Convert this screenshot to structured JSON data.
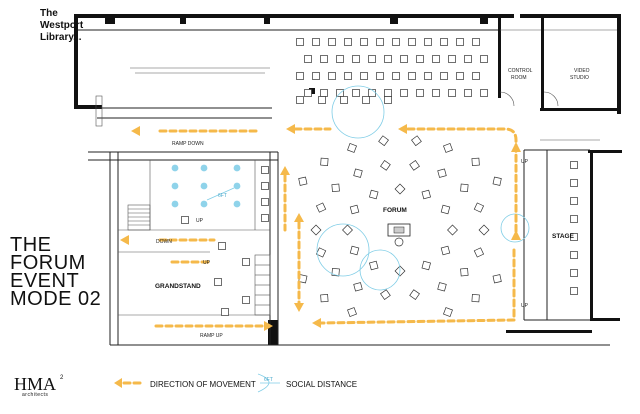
{
  "brand": {
    "line1": "The",
    "line2": "Westport",
    "line3": "Library..."
  },
  "title": {
    "line1": "THE",
    "line2": "FORUM",
    "line3": "EVENT",
    "line4": "MODE 02"
  },
  "rooms": {
    "control_room_1": "CONTROL",
    "control_room_2": "ROOM",
    "video_studio_1": "VIDEO",
    "video_studio_2": "STUDIO",
    "forum": "FORUM",
    "stage": "STAGE",
    "grandstand": "GRANDSTAND"
  },
  "ramps": {
    "ramp_down": "RAMP DOWN",
    "ramp_up": "RAMP UP"
  },
  "markers": {
    "up": "UP",
    "down": "DOWN",
    "six_ft": "6FT"
  },
  "legend": {
    "movement": "DIRECTION OF MOVEMENT",
    "distance": "SOCIAL DISTANCE",
    "distance_tag": "6FT"
  },
  "logo": {
    "mark": "HMA",
    "exponent": "2",
    "sub": "architects"
  },
  "colors": {
    "route": "#f5b94a",
    "distance": "#7fcde6",
    "walls": "#111111"
  }
}
